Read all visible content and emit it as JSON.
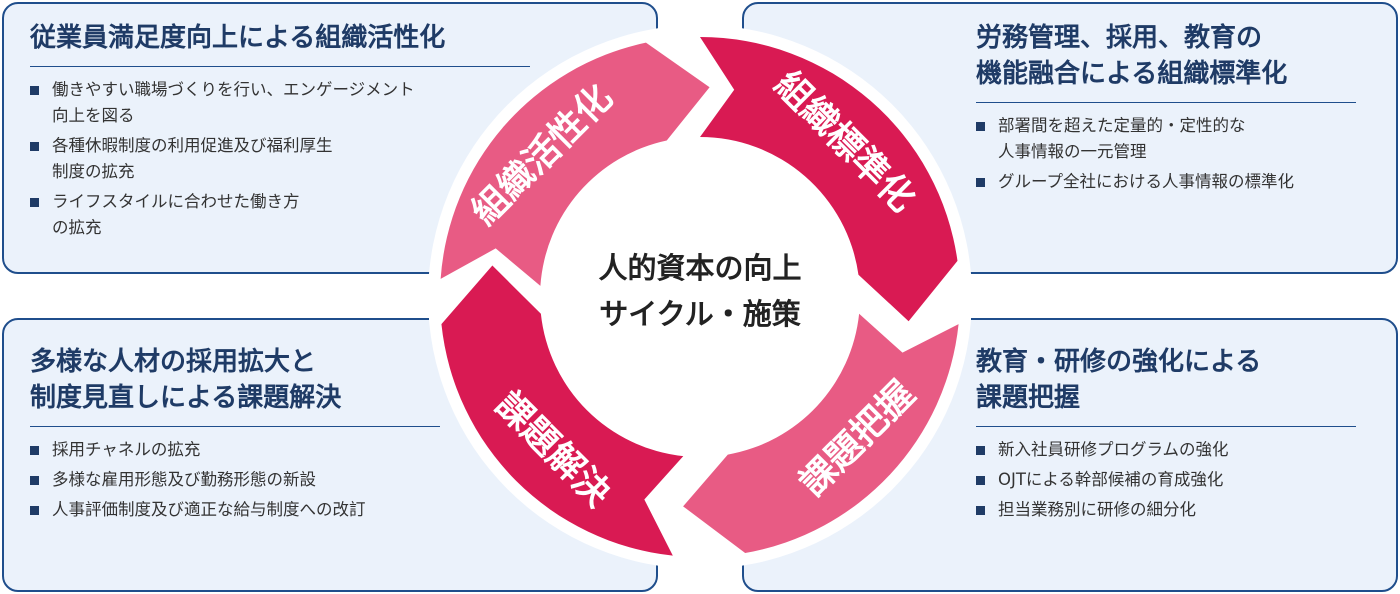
{
  "center": {
    "line1": "人的資本の向上",
    "line2": "サイクル・施策"
  },
  "cycle": {
    "segments": [
      {
        "label": "組織活性化",
        "color": "#e85b84"
      },
      {
        "label": "組織標準化",
        "color": "#d91a53"
      },
      {
        "label": "課題把握",
        "color": "#e85b84"
      },
      {
        "label": "課題解決",
        "color": "#d91a53"
      }
    ]
  },
  "panels": {
    "top_left": {
      "title": [
        "従業員満足度向上による組織活性化"
      ],
      "bullets": [
        [
          "働きやすい職場づくりを行い、エンゲージメント",
          "向上を図る"
        ],
        [
          "各種休暇制度の利用促進及び福利厚生",
          "制度の拡充"
        ],
        [
          "ライフスタイルに合わせた働き方",
          "の拡充"
        ]
      ]
    },
    "top_right": {
      "title": [
        "労務管理、採用、教育の",
        "機能融合による組織標準化"
      ],
      "bullets": [
        [
          "部署間を超えた定量的・定性的な",
          "人事情報の一元管理"
        ],
        [
          "グループ全社における人事情報の標準化"
        ]
      ]
    },
    "bottom_left": {
      "title": [
        "多様な人材の採用拡大と",
        "制度見直しによる課題解決"
      ],
      "bullets": [
        [
          "採用チャネルの拡充"
        ],
        [
          "多様な雇用形態及び勤務形態の新設"
        ],
        [
          "人事評価制度及び適正な給与制度への改訂"
        ]
      ]
    },
    "bottom_right": {
      "title": [
        "教育・研修の強化による",
        "課題把握"
      ],
      "bullets": [
        [
          "新入社員研修プログラムの強化"
        ],
        [
          "OJTによる幹部候補の育成強化"
        ],
        [
          "担当業務別に研修の細分化"
        ]
      ]
    }
  },
  "colors": {
    "panel_border": "#1f4e8c",
    "panel_fill": "#ebf2fb",
    "title_text": "#1f3b66",
    "segment_light": "#e85b84",
    "segment_dark": "#d91a53"
  }
}
